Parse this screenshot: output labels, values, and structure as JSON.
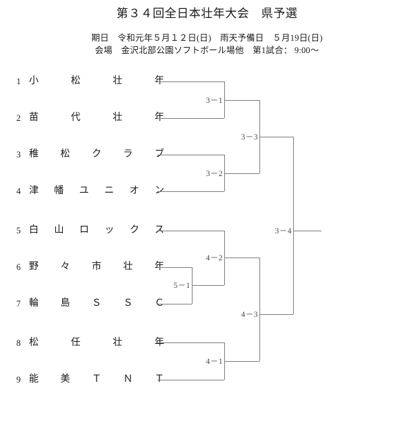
{
  "header": {
    "title": "第３４回全日本壮年大会　県予選",
    "line1": "期日　令和元年５月１２日(日)　雨天予備日　５月19日(日)",
    "line2": "会場　金沢北部公園ソフトボール場他　第1試合： 9:00～"
  },
  "teams": [
    {
      "no": "1",
      "name": "小松壮年"
    },
    {
      "no": "2",
      "name": "苗代壮年"
    },
    {
      "no": "3",
      "name": "稚松クラブ"
    },
    {
      "no": "4",
      "name": "津幡ユニオン"
    },
    {
      "no": "5",
      "name": "白山ロックス"
    },
    {
      "no": "6",
      "name": "野々市壮年"
    },
    {
      "no": "7",
      "name": "輪島ＳＳＣ"
    },
    {
      "no": "8",
      "name": "松任壮年"
    },
    {
      "no": "9",
      "name": "能美ＴＮＴ"
    }
  ],
  "matches": [
    {
      "id": "m31",
      "label": "3－1"
    },
    {
      "id": "m32",
      "label": "3－2"
    },
    {
      "id": "m33",
      "label": "3－3"
    },
    {
      "id": "m51",
      "label": "5－1"
    },
    {
      "id": "m42",
      "label": "4－2"
    },
    {
      "id": "m41",
      "label": "4－1"
    },
    {
      "id": "m43",
      "label": "4－3"
    },
    {
      "id": "m34",
      "label": "3－4"
    }
  ],
  "style": {
    "line_color": "#7d7d7d",
    "text_color": "#1a1a1a",
    "match_label_color": "#4a4a4a",
    "background": "#ffffff"
  }
}
